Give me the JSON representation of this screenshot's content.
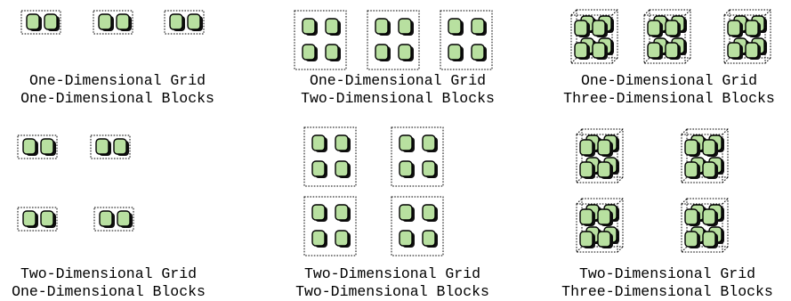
{
  "colors": {
    "thread_fill": "#b8e0a0",
    "thread_shadow": "#101010",
    "border_dashed": "#000000",
    "background": "#ffffff"
  },
  "panels": [
    {
      "id": "p1",
      "grid_label": "One-Dimensional Grid",
      "block_label": "One-Dimensional Blocks",
      "grid_dims": [
        3,
        1
      ],
      "block_dims": [
        2,
        1,
        1
      ]
    },
    {
      "id": "p2",
      "grid_label": "One-Dimensional Grid",
      "block_label": "Two-Dimensional Blocks",
      "grid_dims": [
        3,
        1
      ],
      "block_dims": [
        2,
        2,
        1
      ]
    },
    {
      "id": "p3",
      "grid_label": "One-Dimensional Grid",
      "block_label": "Three-Dimensional Blocks",
      "grid_dims": [
        3,
        1
      ],
      "block_dims": [
        2,
        2,
        2
      ]
    },
    {
      "id": "p4",
      "grid_label": "Two-Dimensional Grid",
      "block_label": "One-Dimensional Blocks",
      "grid_dims": [
        2,
        2
      ],
      "block_dims": [
        2,
        1,
        1
      ]
    },
    {
      "id": "p5",
      "grid_label": "Two-Dimensional Grid",
      "block_label": "Two-Dimensional Blocks",
      "grid_dims": [
        2,
        2
      ],
      "block_dims": [
        2,
        2,
        1
      ]
    },
    {
      "id": "p6",
      "grid_label": "Two-Dimensional Grid",
      "block_label": "Three-Dimensional Blocks",
      "grid_dims": [
        2,
        2
      ],
      "block_dims": [
        2,
        2,
        2
      ]
    }
  ]
}
